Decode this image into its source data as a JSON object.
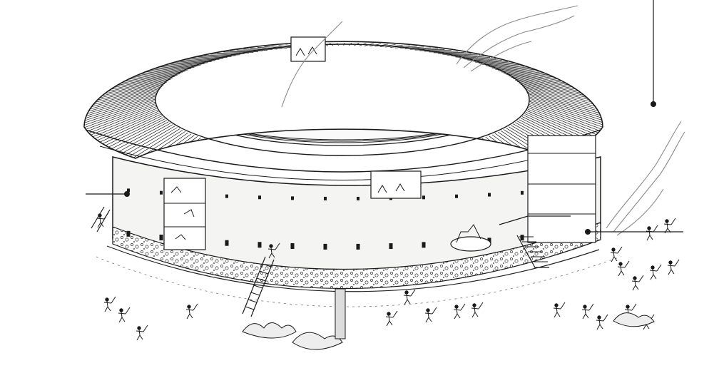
{
  "illustration": {
    "subject": "fortified-round-earthen-building-under-siege",
    "style": "black-ink-line-drawing",
    "colors": {
      "ink": "#1a1a1a",
      "paper": "#ffffff",
      "wall": "#f4f4f2",
      "stone": "#d8d8d4",
      "smoke": "#9a9a9a"
    },
    "callouts": [
      "left-wall-marker",
      "top-right-marker",
      "right-breach-marker"
    ]
  }
}
